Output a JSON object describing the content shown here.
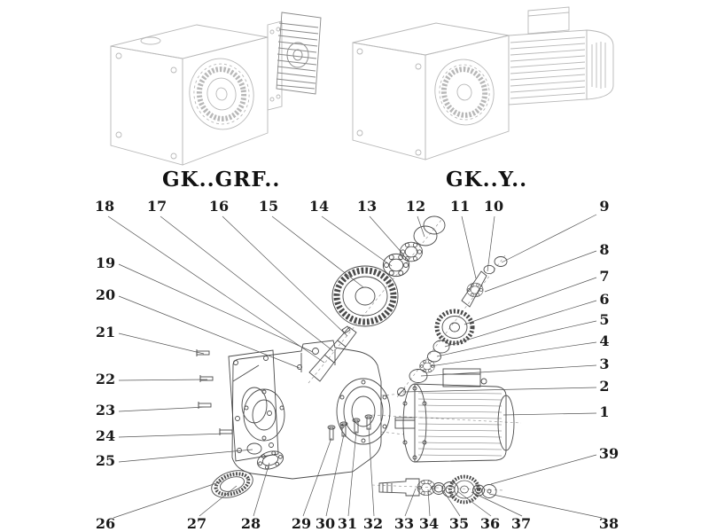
{
  "models": {
    "left": "GK..GRF..",
    "right": "GK..Y.."
  },
  "callouts": [
    "18",
    "17",
    "16",
    "15",
    "14",
    "13",
    "12",
    "11",
    "10",
    "9",
    "8",
    "7",
    "6",
    "5",
    "4",
    "3",
    "2",
    "1",
    "39",
    "38",
    "19",
    "20",
    "21",
    "22",
    "23",
    "24",
    "25",
    "26",
    "27",
    "28",
    "29",
    "30",
    "31",
    "32",
    "33",
    "34",
    "35",
    "36",
    "37"
  ],
  "colors": {
    "background": "#ffffff",
    "line_art_light": "#b8b8b8",
    "line_art_dark": "#4a4a4a",
    "text": "#1a1a1a"
  }
}
